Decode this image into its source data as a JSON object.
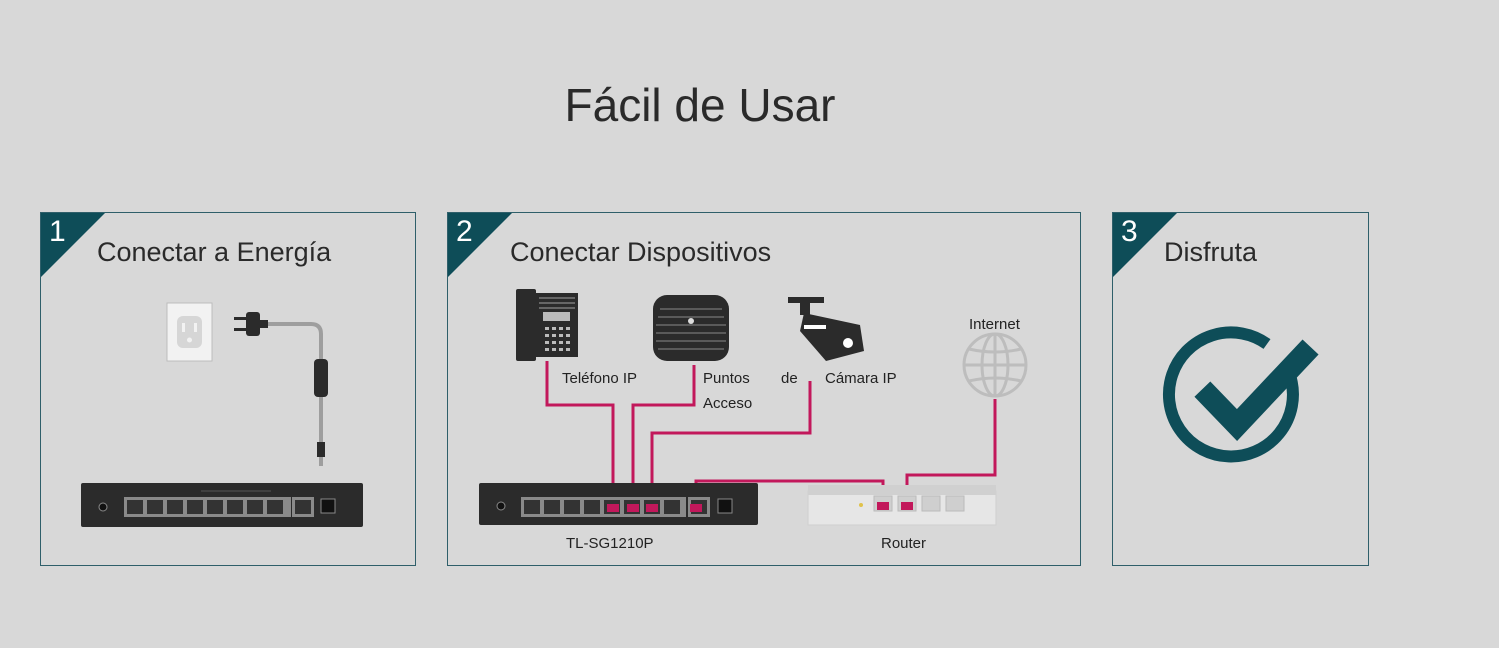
{
  "page": {
    "title": "Fácil de Usar"
  },
  "steps": [
    {
      "number": "1",
      "title": "Conectar a Energía"
    },
    {
      "number": "2",
      "title": "Conectar Dispositivos"
    },
    {
      "number": "3",
      "title": "Disfruta"
    }
  ],
  "diagram": {
    "labels": {
      "phone": "Teléfono IP",
      "ap_line1": "Puntos",
      "ap_de": "de",
      "ap_line2": "Acceso",
      "camera": "Cámara IP",
      "internet": "Internet",
      "switch": "TL-SG1210P",
      "router": "Router"
    },
    "colors": {
      "cable": "#c2185b",
      "accent": "#0e4d58",
      "device": "#2b2b2b"
    }
  }
}
